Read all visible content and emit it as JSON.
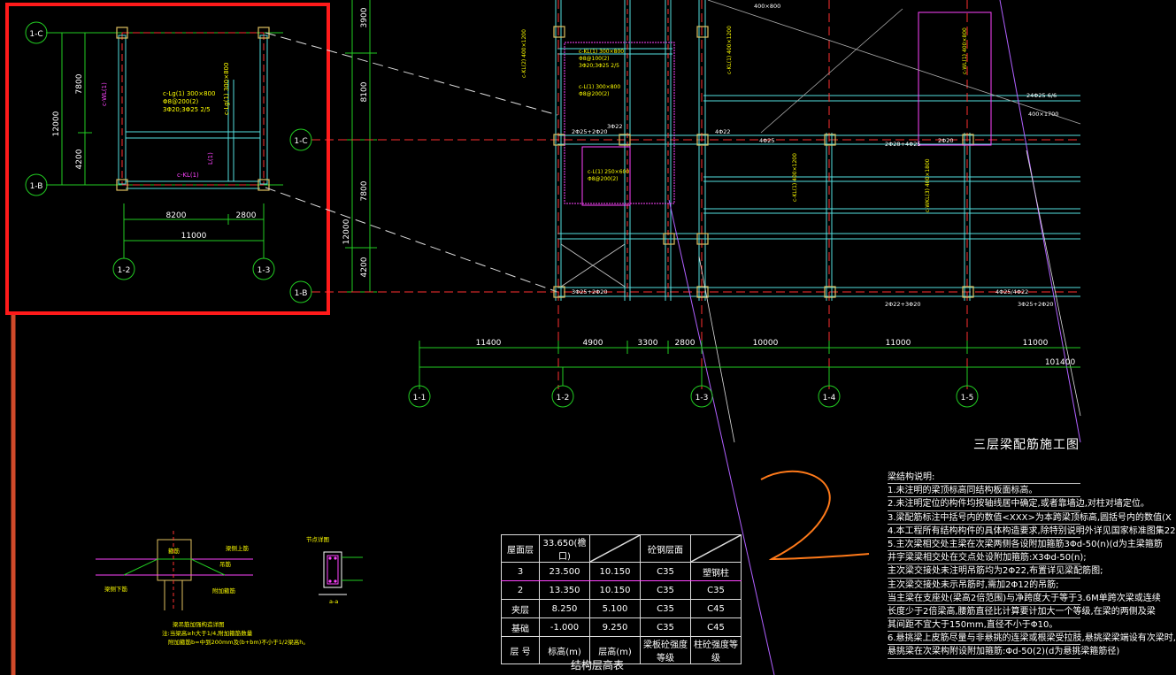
{
  "drawing": {
    "sheet_title": "三层梁配筋施工图",
    "table_title": "结构层高表",
    "colors": {
      "background": "#000000",
      "column": "#e0c060",
      "beam": "#ffffff",
      "axis": "#22cc22",
      "rebar": "#ffff00",
      "annot": "#ff44ff",
      "highlight": "#ff1a1a",
      "scribble": "#ff7a1a"
    },
    "callout_number": "2",
    "detail": {
      "axis_c": "1-C",
      "axis_b": "1-B",
      "axis_2": "1-2",
      "axis_3": "1-3",
      "dim_v_7800": "7800",
      "dim_v_4200": "4200",
      "dim_v_12000": "12000",
      "dim_h_8200": "8200",
      "dim_h_2800": "2800",
      "dim_h_11000": "11000",
      "beam_label_1": "c-Lg(1) 300×800",
      "beam_label_2": "Φ8@200(2)",
      "beam_label_3": "3Φ20;3Φ25 2/5",
      "beam_label_4": "c-WL(1)",
      "beam_label_5": "L(1)",
      "beam_label_6": "c-KL(1)"
    },
    "main": {
      "axis_c": "1-C",
      "axis_b": "1-B",
      "axis_1": "1-1",
      "axis_2": "1-2",
      "axis_3": "1-3",
      "axis_4": "1-4",
      "axis_5": "1-5",
      "dim_v_3900": "3900",
      "dim_v_8100": "8100",
      "dim_v_7800": "7800",
      "dim_v_4200": "4200",
      "dim_v_12000": "12000",
      "dim_11400": "11400",
      "dim_4900": "4900",
      "dim_3300": "3300",
      "dim_2800": "2800",
      "dim_10000": "10000",
      "dim_11000a": "11000",
      "dim_11000b": "11000",
      "dim_total": "101400",
      "lbl_a": "4Φ25",
      "lbl_b": "2Φ25+2Φ20",
      "lbl_c": "3Φ22",
      "lbl_d": "4Φ22",
      "lbl_e": "2Φ20",
      "lbl_f": "3Φ25+2Φ20",
      "lbl_g": "2Φ28+4Φ25",
      "lbl_h": "4Φ25/4Φ22",
      "lbl_i": "2Φ22+3Φ20",
      "lbl_j": "3Φ25+2Φ20",
      "lbl_k": "24Φ25 6/6",
      "lbl_l": "400×1700",
      "lbl_m": "400×800"
    },
    "sections": {
      "label_1": "梁侧上筋",
      "label_2": "箍筋",
      "label_3": "吊筋",
      "label_4": "附加箍筋",
      "label_5": "梁侧下筋",
      "label_6": "节点详图",
      "label_7": "a-a",
      "caption_1": "梁吊筋加强构造详图",
      "caption_2": "注:当梁高≥h大于1/4,附加箍筋数量",
      "caption_3": "附加箍筋b=中到200mm及(b+bm)不小于1/2梁高h。"
    },
    "table": {
      "rows": [
        [
          "屋面层",
          "33.650(檐口)",
          "",
          "",
          ""
        ],
        [
          "3",
          "23.500",
          "10.150",
          "C35",
          "塑钢柱"
        ],
        [
          "2",
          "13.350",
          "10.150",
          "C35",
          "C35"
        ],
        [
          "夹层",
          "8.250",
          "5.100",
          "C35",
          "C45"
        ],
        [
          "基础",
          "-1.000",
          "9.250",
          "C35",
          "C45"
        ],
        [
          "层 号",
          "标高(m)",
          "层高(m)",
          "梁板砼强度等级",
          "柱砼强度等级"
        ]
      ],
      "header_extra": "砼钢层面"
    },
    "notes": {
      "title": "梁结构说明:",
      "n1": "1.未注明的梁顶标高同结构板面标高。",
      "n2": "2.未注明定位的构件均按轴线居中确定,或者靠墙边,对柱对墙定位。",
      "n3": "3.梁配筋标注中括号内的数值<XXX>为本跨梁顶标高,圆括号内的数值(X",
      "n4": "4.本工程所有结构构件的具体构造要求,除特别说明外详见国家标准图集22",
      "n5": "5.主次梁相交处主梁在次梁两侧各设附加箍筋3Φd-50(n)(d为主梁箍筋",
      "n6": "井字梁梁相交处在交点处设附加箍筋:X3Φd-50(n);",
      "n7": "主次梁交接处未注明吊筋均为2Φ22,布置详见梁配筋图;",
      "n8": "主次梁交接处未示吊筋时,需加2Φ12的吊筋;",
      "n9": "当主梁在支座处(梁高2倍范围)与净跨度大于等于3.6M单跨次梁或连续",
      "n10": "长度少于2倍梁高,腰筋直径比计算要计加大一个等级,在梁的两侧及梁",
      "n11": "其间距不宜大于150mm,直径不小于Φ10。",
      "n12": "6.悬挑梁上皮筋尽量与非悬挑的连梁或根梁受拉肢,悬挑梁梁端设有次梁时,",
      "n13": "悬挑梁在次梁构附设附加箍筋:Φd-50(2)(d为悬挑梁箍筋径)"
    }
  }
}
